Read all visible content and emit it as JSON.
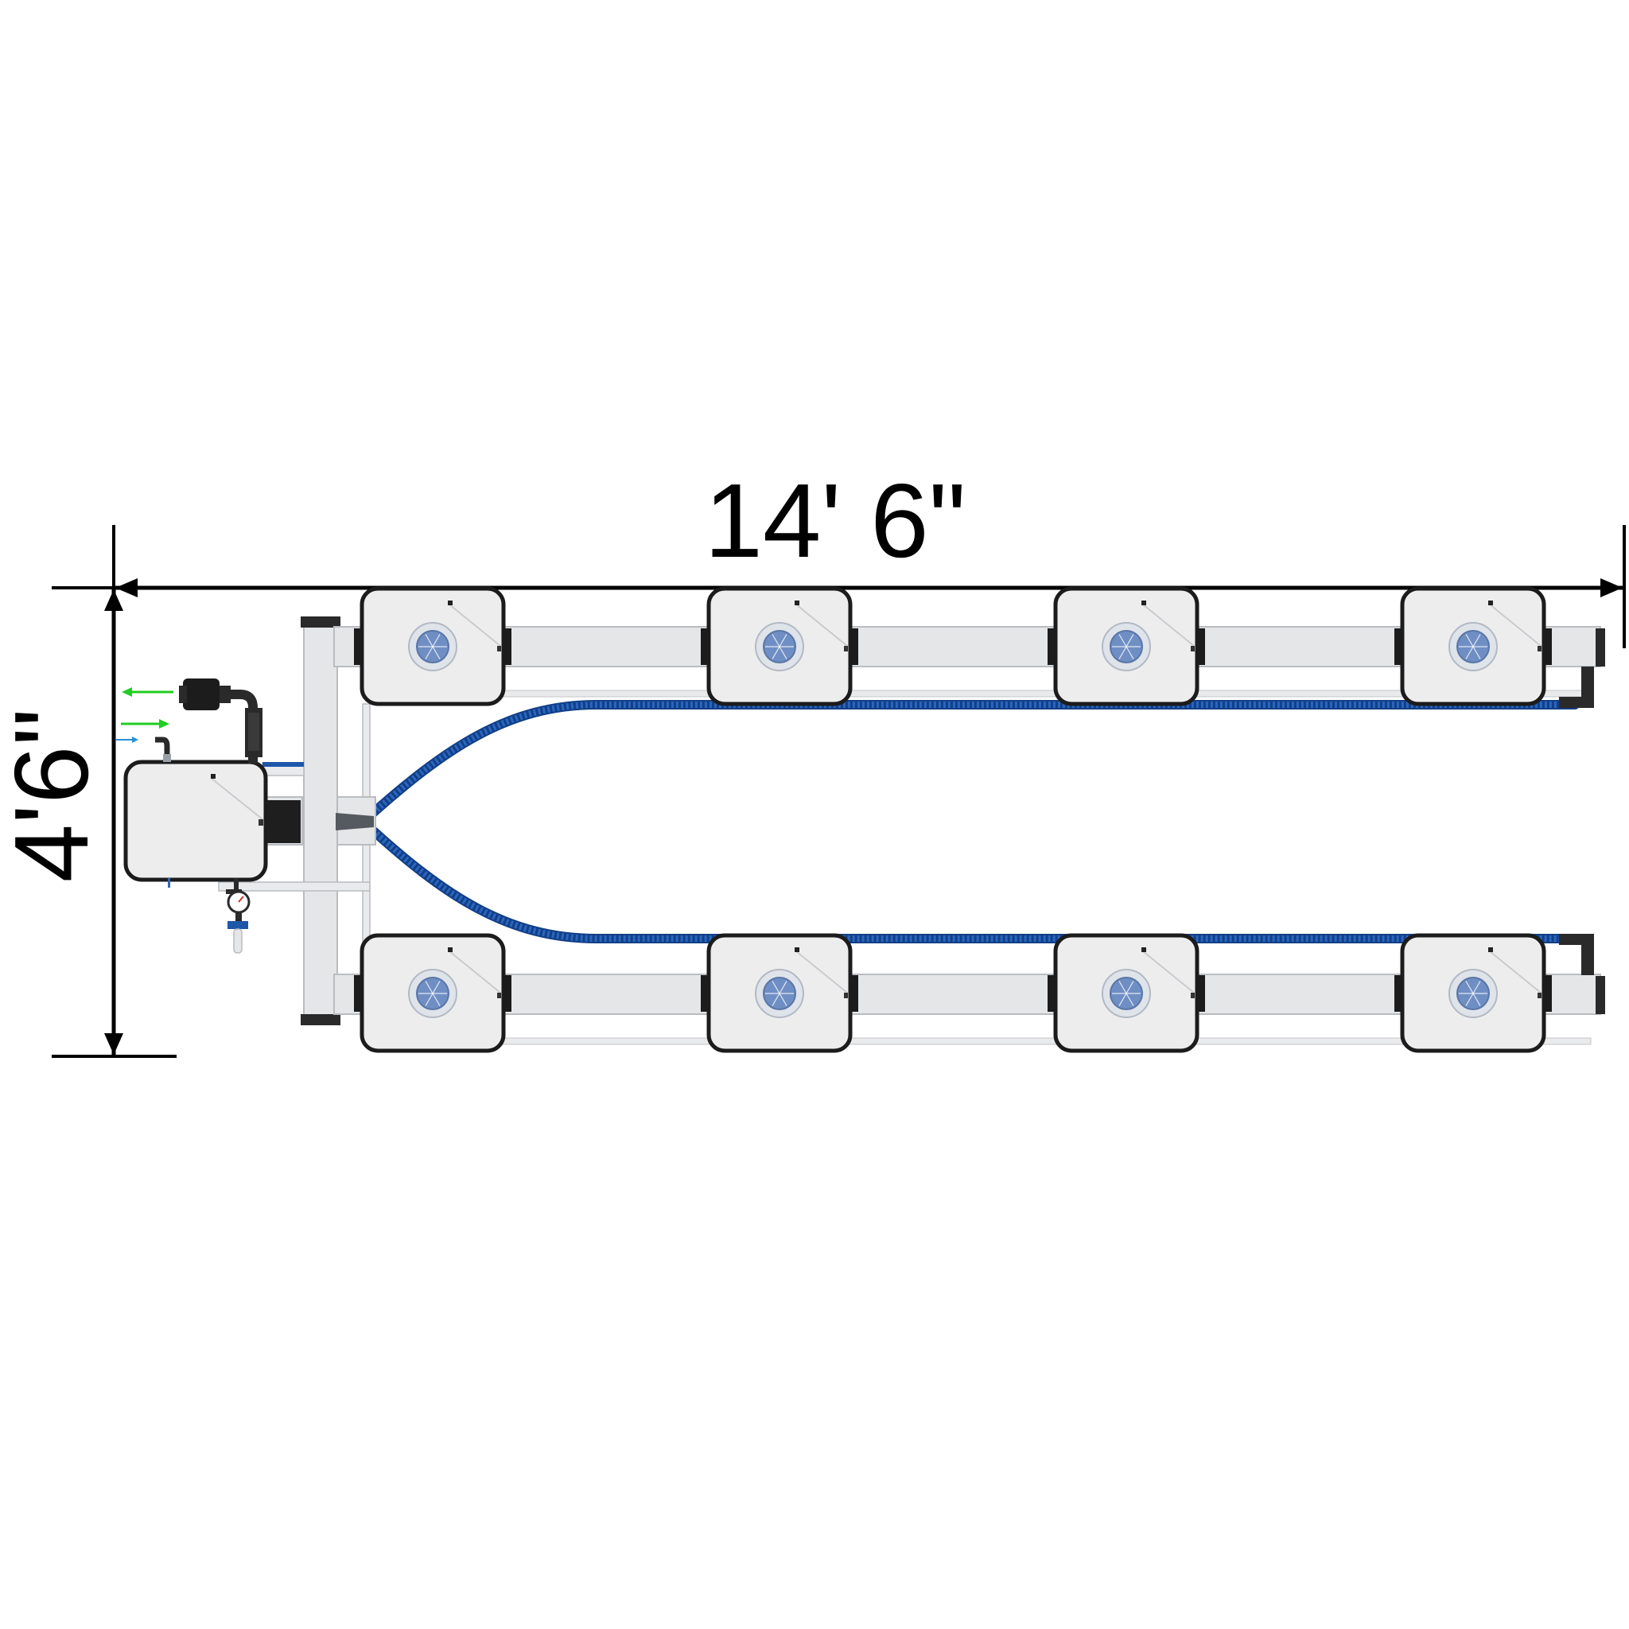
{
  "dimensions": {
    "width_label": "14' 6\"",
    "height_label": "4'6\""
  },
  "layout": {
    "rows": 2,
    "sites_per_row": 4,
    "reservoir_count": 1
  },
  "colors": {
    "site_fill": "#ededee",
    "site_outline": "#1c1c1c",
    "pipe_fill": "#e4e6e8",
    "pipe_stroke": "#b9bcc0",
    "hose_blue": "#1e56a8",
    "lid_blue": "#6f8fc4",
    "arrow_green": "#22cc22",
    "arrow_blue": "#2a8fd8",
    "dimension_line": "#000000"
  },
  "icons": [
    "arrow-left-icon",
    "arrow-right-icon",
    "pressure-gauge-icon",
    "pump-icon",
    "valve-icon"
  ]
}
